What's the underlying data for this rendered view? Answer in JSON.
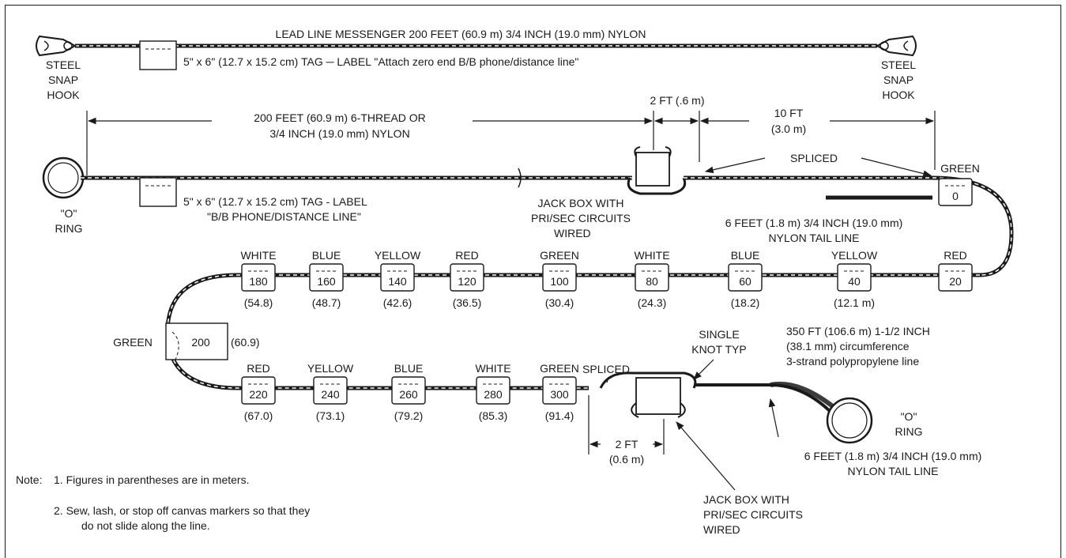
{
  "lead_line": {
    "title": "LEAD LINE MESSENGER 200 FEET (60.9 m) 3/4 INCH (19.0 mm) NYLON",
    "tag_label": "5\" x 6\" (12.7 x 15.2 cm) TAG ─ LABEL \"Attach zero end B/B phone/distance line\"",
    "hook_left": [
      "STEEL",
      "SNAP",
      "HOOK"
    ],
    "hook_right": [
      "STEEL",
      "SNAP",
      "HOOK"
    ]
  },
  "dimensions": {
    "main_length": [
      "200 FEET (60.9 m) 6-THREAD OR",
      "3/4 INCH (19.0 mm) NYLON"
    ],
    "top_gap": "2 FT (.6 m)",
    "tail_gap": [
      "10 FT",
      "(3.0 m)"
    ],
    "bottom_gap": [
      "2 FT",
      "(0.6 m)"
    ]
  },
  "upper_line": {
    "tag_label": [
      "5\" x 6\" (12.7 x 15.2 cm) TAG - LABEL",
      "\"B/B PHONE/DISTANCE LINE\""
    ],
    "ring_label": [
      "\"O\"",
      "RING"
    ],
    "jack_box": [
      "JACK BOX WITH",
      "PRI/SEC CIRCUITS",
      "WIRED"
    ],
    "spliced": "SPLICED",
    "tail_line": [
      "6 FEET (1.8 m) 3/4 INCH (19.0 mm)",
      "NYLON TAIL LINE"
    ]
  },
  "markers": {
    "start": {
      "color": "GREEN",
      "value": "0"
    },
    "row1": [
      {
        "color": "WHITE",
        "value": "180",
        "meters": "(54.8)"
      },
      {
        "color": "BLUE",
        "value": "160",
        "meters": "(48.7)"
      },
      {
        "color": "YELLOW",
        "value": "140",
        "meters": "(42.6)"
      },
      {
        "color": "RED",
        "value": "120",
        "meters": "(36.5)"
      },
      {
        "color": "GREEN",
        "value": "100",
        "meters": "(30.4)"
      },
      {
        "color": "WHITE",
        "value": "80",
        "meters": "(24.3)"
      },
      {
        "color": "BLUE",
        "value": "60",
        "meters": "(18.2)"
      },
      {
        "color": "YELLOW",
        "value": "40",
        "meters": "(12.1 m)"
      },
      {
        "color": "RED",
        "value": "20",
        "meters": ""
      }
    ],
    "turn": {
      "color": "GREEN",
      "value": "200",
      "meters": "(60.9)"
    },
    "row2": [
      {
        "color": "RED",
        "value": "220",
        "meters": "(67.0)"
      },
      {
        "color": "YELLOW",
        "value": "240",
        "meters": "(73.1)"
      },
      {
        "color": "BLUE",
        "value": "260",
        "meters": "(79.2)"
      },
      {
        "color": "WHITE",
        "value": "280",
        "meters": "(85.3)"
      },
      {
        "color": "GREEN",
        "value": "300",
        "meters": "(91.4)"
      }
    ]
  },
  "poly_line": [
    "350 FT (106.6 m) 1-1/2 INCH",
    "(38.1 mm) circumference",
    "3-strand polypropylene line"
  ],
  "lower_line": {
    "spliced": "SPLICED",
    "knot": [
      "SINGLE",
      "KNOT TYP"
    ],
    "ring_label": [
      "\"O\"",
      "RING"
    ],
    "tail_line": [
      "6 FEET (1.8 m) 3/4 INCH (19.0 mm)",
      "NYLON TAIL LINE"
    ],
    "jack_box": [
      "JACK BOX WITH",
      "PRI/SEC CIRCUITS",
      "WIRED"
    ]
  },
  "notes": {
    "prefix": "Note:",
    "items": [
      "1.  Figures in parentheses are in meters.",
      "2.  Sew, lash, or stop off canvas markers so that they",
      "do not slide along the line."
    ]
  }
}
